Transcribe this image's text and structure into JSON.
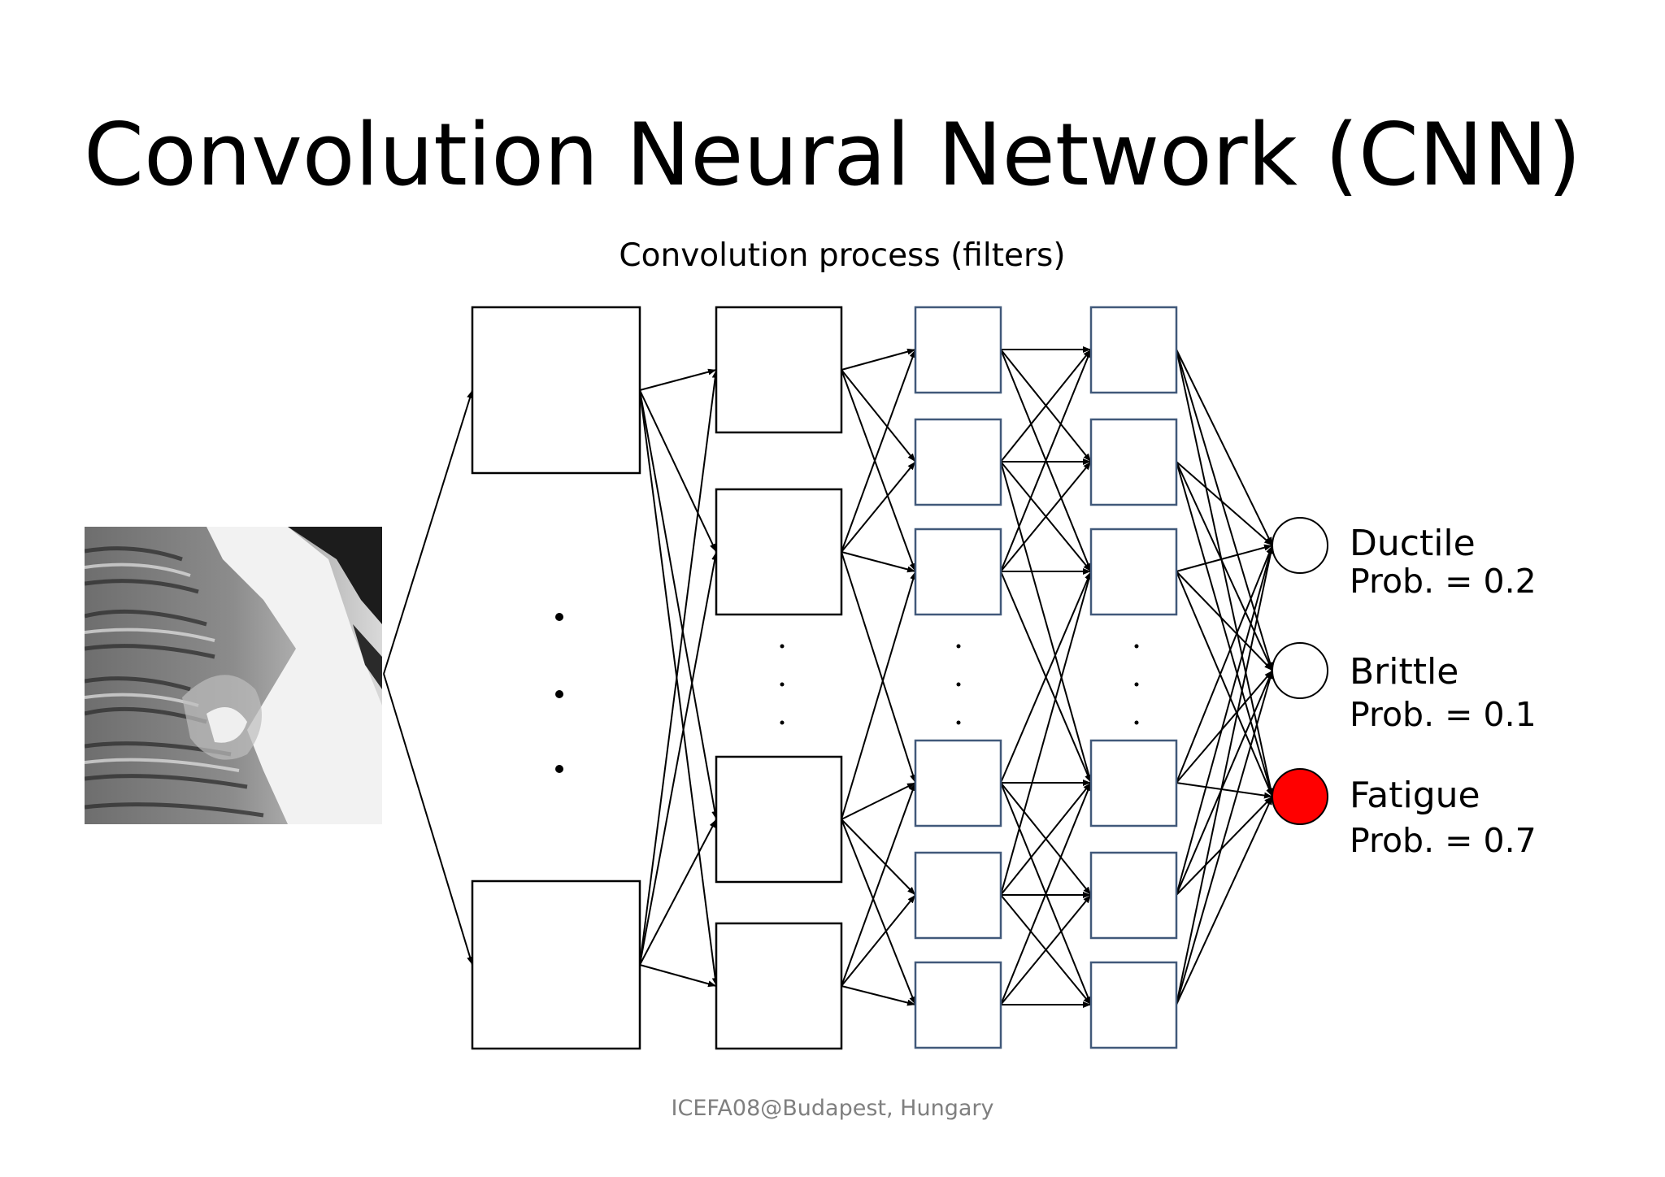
{
  "slide": {
    "title": "Convolution Neural Network (CNN)",
    "subtitle": "Convolution process (filters)",
    "footer": "ICEFA08@Budapest, Hungary"
  },
  "input_image": {
    "description_icon": "fracture-surface-image"
  },
  "colors": {
    "box_border_black": "#000000",
    "box_border_blue": "#41597a",
    "fatigue_fill": "#ff0000",
    "footer_text": "#7f7f7f"
  },
  "outputs": [
    {
      "name": "Ductile",
      "prob_label": "Prob. = 0.2"
    },
    {
      "name": "Brittle",
      "prob_label": "Prob. = 0.1"
    },
    {
      "name": "Fatigue",
      "prob_label": "Prob. = 0.7"
    }
  ]
}
